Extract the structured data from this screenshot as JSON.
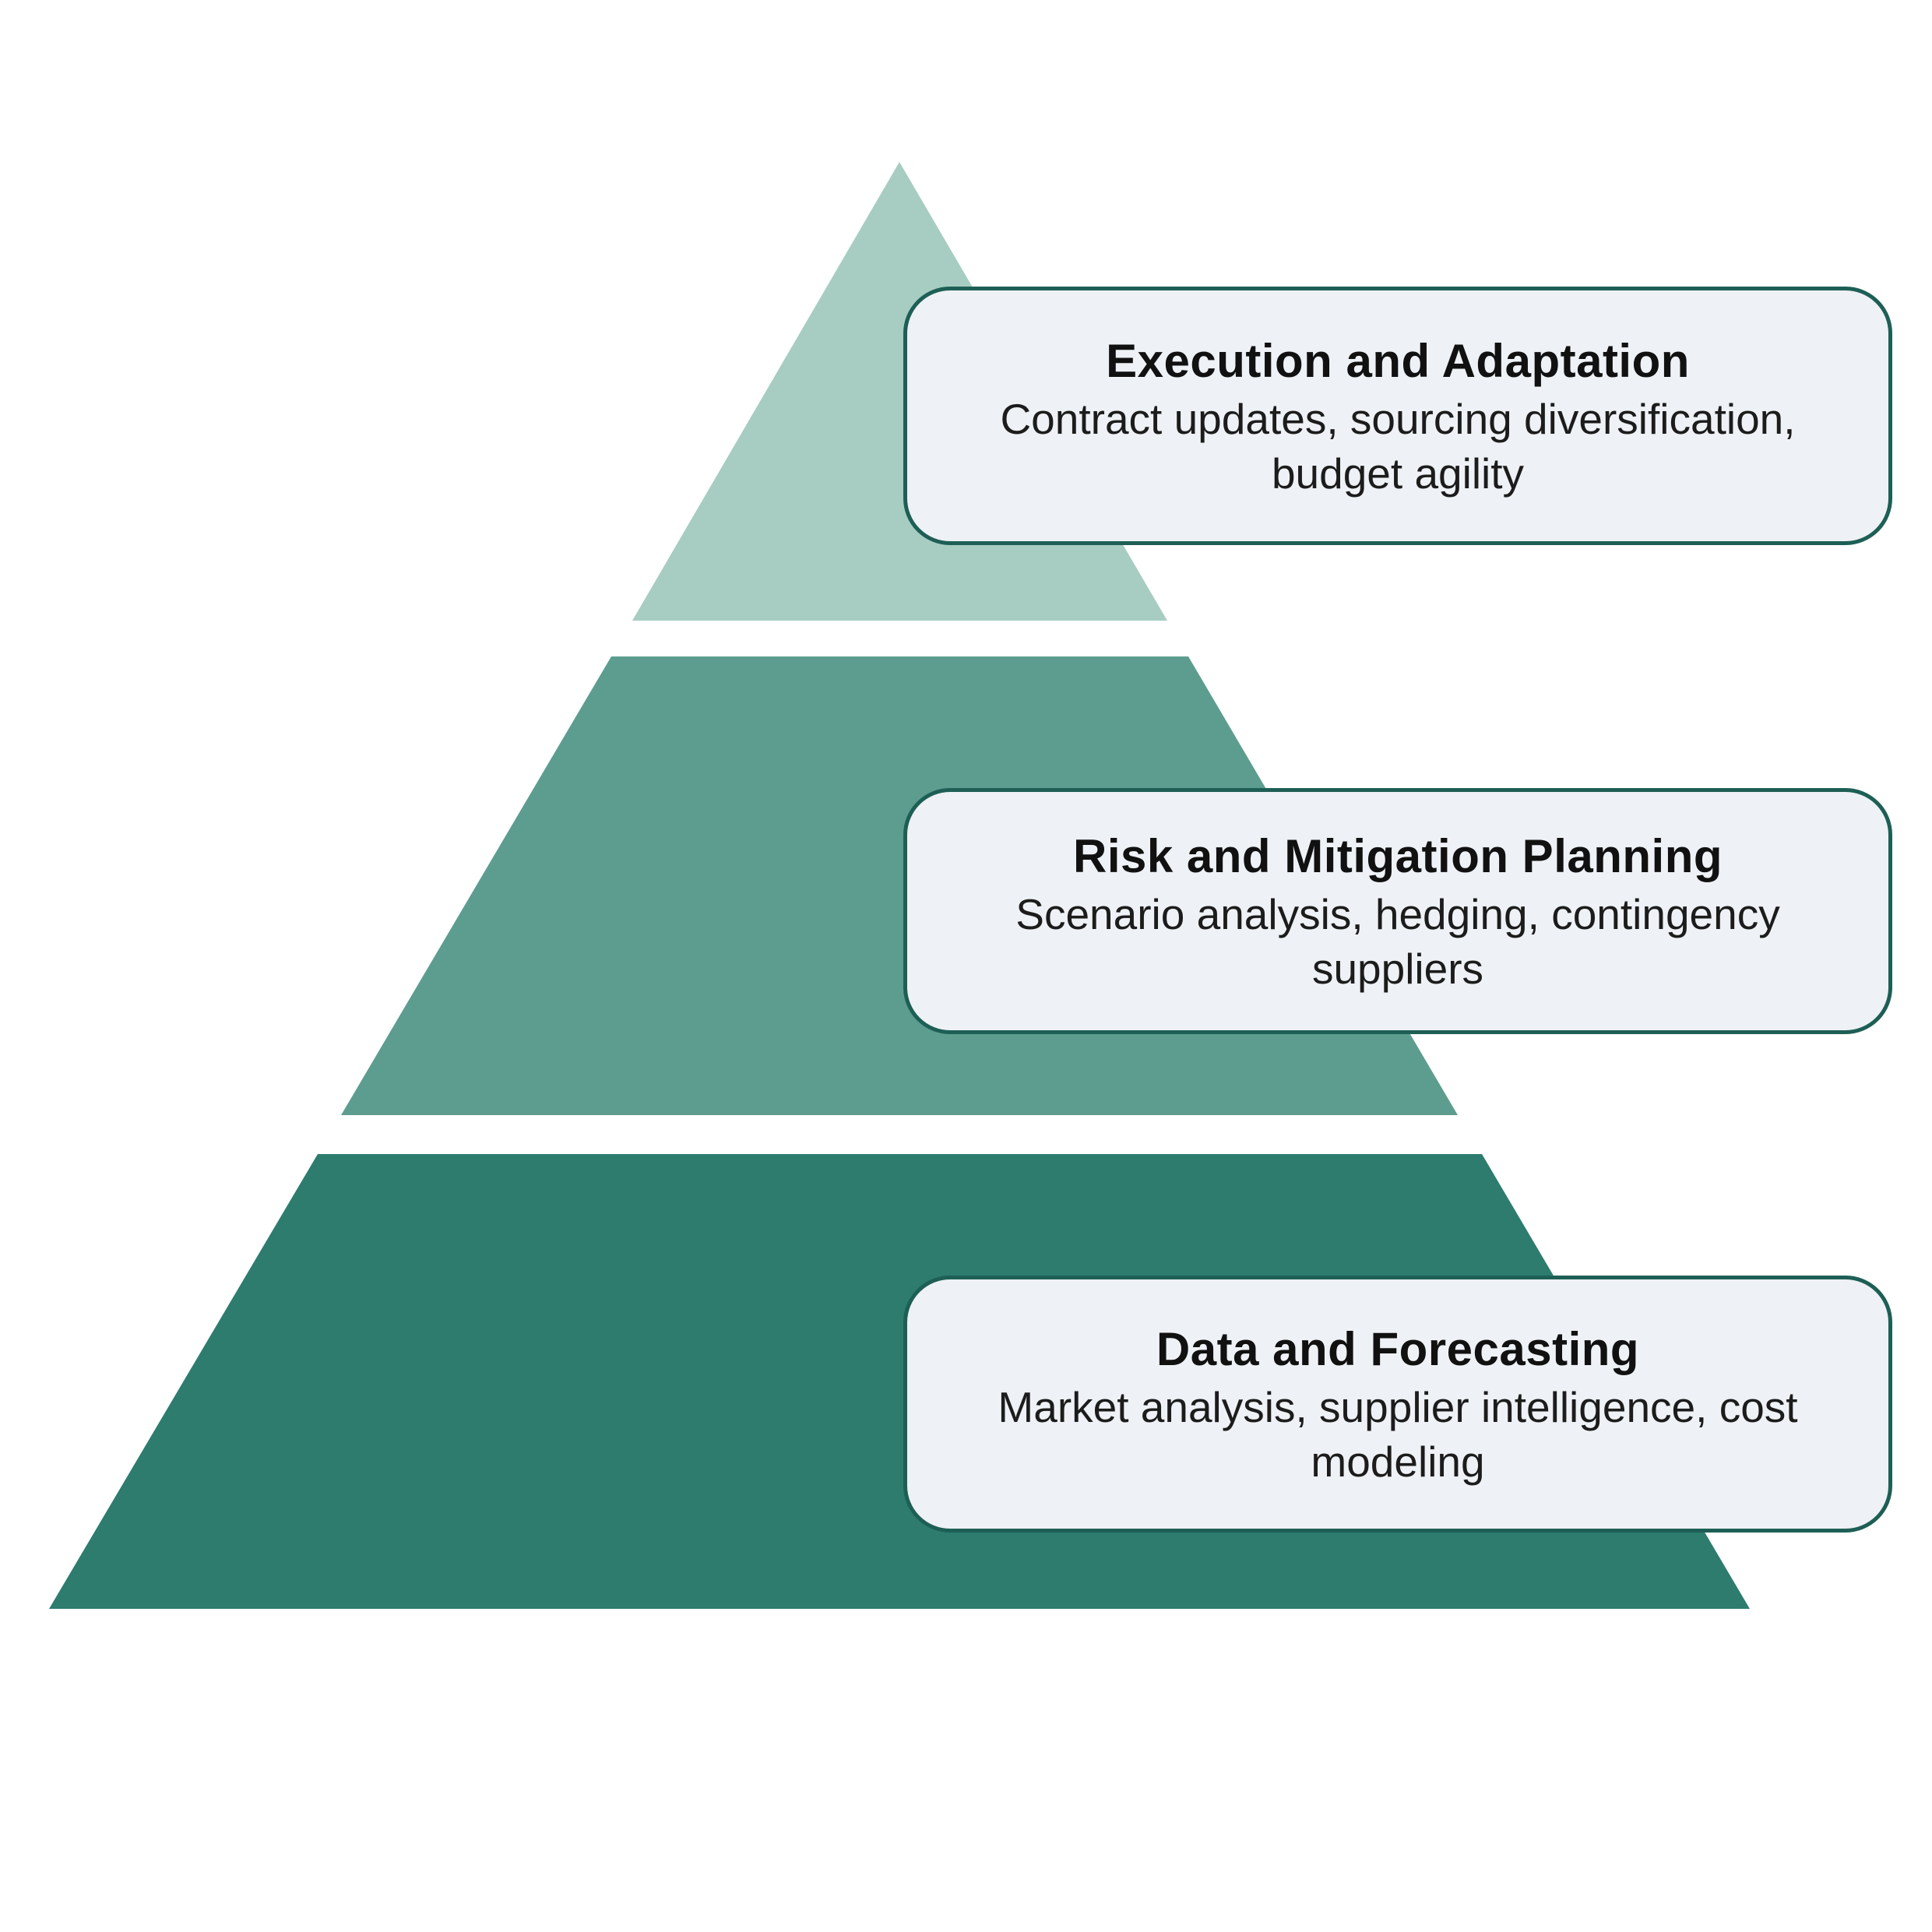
{
  "diagram": {
    "type": "pyramid",
    "title": "",
    "tiers": [
      {
        "level": 1,
        "position": "top",
        "title": "Execution and Adaptation",
        "subtitle": "Contract updates, sourcing diversification, budget agility",
        "color": "#a7cdc2"
      },
      {
        "level": 2,
        "position": "middle",
        "title": "Risk and Mitigation Planning",
        "subtitle": "Scenario analysis, hedging, contingency suppliers",
        "color": "#5d9d8f"
      },
      {
        "level": 3,
        "position": "bottom",
        "title": "Data and Forecasting",
        "subtitle": "Market analysis, supplier intelligence, cost modeling",
        "color": "#2d7c6e"
      }
    ],
    "label_card_style": {
      "background": "#eef1f5",
      "border_color": "#1e5f55",
      "title_color": "#111111",
      "subtitle_color": "#1c1c1c"
    }
  }
}
